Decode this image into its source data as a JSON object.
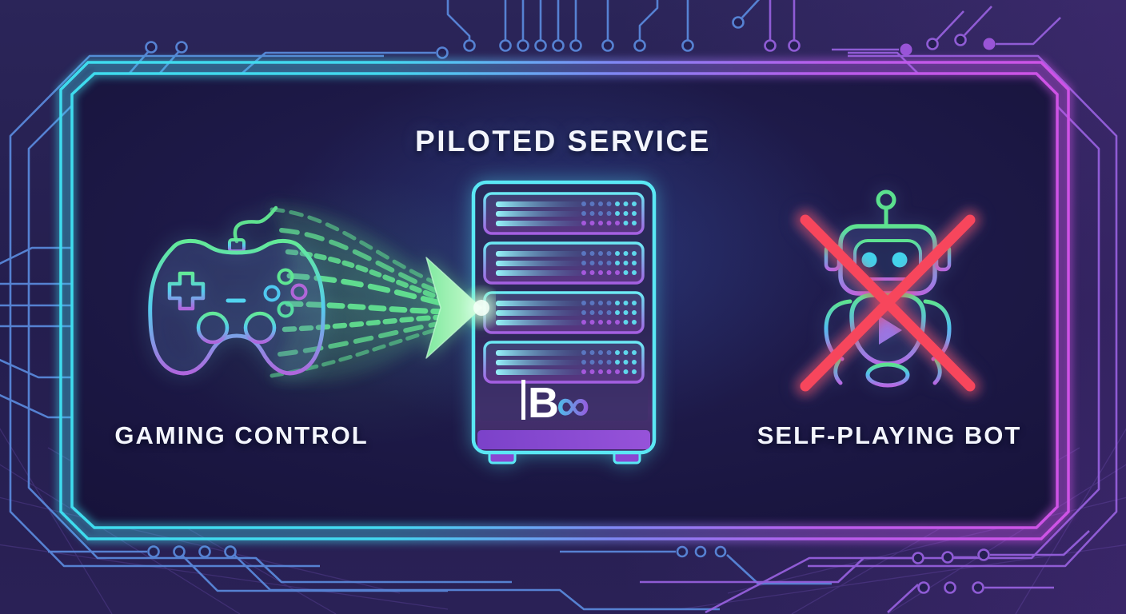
{
  "title": "PILOTED SERVICE",
  "labels": {
    "gaming_control": "GAMING CONTROL",
    "self_playing_bot": "SELF-PLAYING BOT"
  },
  "server_logo": {
    "letter": "B",
    "symbol": "∞"
  },
  "icons": {
    "left": "game-controller-icon",
    "flow": "data-stream-arrow-icon",
    "center": "server-rack-icon",
    "right": "robot-icon",
    "overlay": "prohibition-cross-icon",
    "background": "circuit-board-frame"
  },
  "colors": {
    "background": "#241f50",
    "inner_panel": "#1d1947",
    "frame_cyan": "#41dcee",
    "frame_purple": "#c452e8",
    "trace_blue": "#5b8ce0",
    "trace_purple": "#9a62e2",
    "arrow_green": "#63e391",
    "cross_red": "#f7465c",
    "logo_white": "#ffffff",
    "text": "#f3f5fd"
  }
}
